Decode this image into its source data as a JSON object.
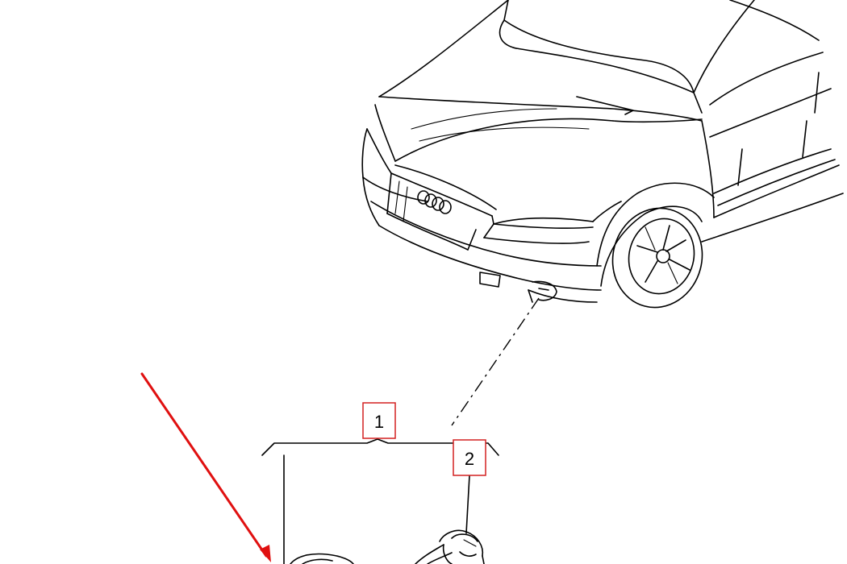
{
  "diagram": {
    "callouts": [
      {
        "id": "1",
        "text": "1"
      },
      {
        "id": "2",
        "text": "2"
      }
    ],
    "colors": {
      "line": "#000000",
      "callout_border": "#d32020",
      "arrow": "#e01010",
      "background": "#ffffff"
    },
    "icons": {
      "vehicle": "car-line-drawing",
      "brand_logo": "four-rings-logo",
      "part": "fog-lamp-bulb-assembly"
    }
  }
}
